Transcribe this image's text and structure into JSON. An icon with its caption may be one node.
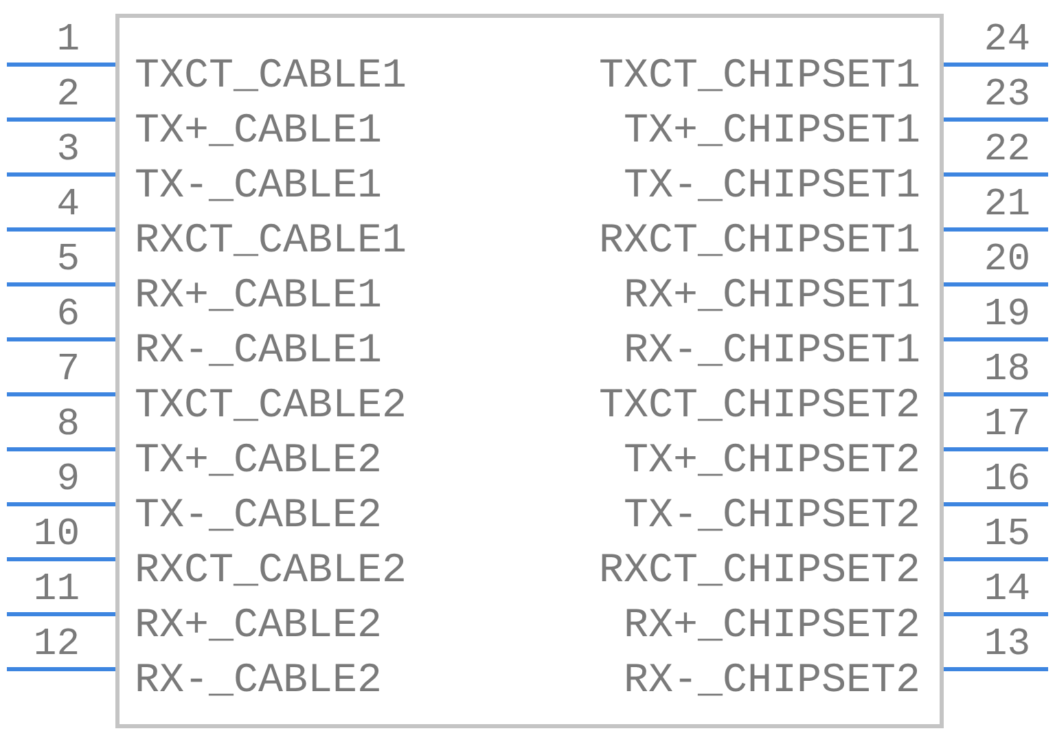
{
  "diagram": {
    "nodes": [
      {
        "text": [
          "TXCT_CABLE1",
          "TXCT_CHIPSET1",
          "TX+_CABLE1",
          "TX+_CHIPSET1",
          "TX-_CABLE1",
          "TX-_CHIPSET1",
          "RXCT_CABLE1",
          "RXCT_CHIPSET1",
          "RX+_CABLE1",
          "RX+_CHIPSET1",
          "RX-_CABLE1",
          "RX-_CHIPSET1",
          "TXCT_CABLE2",
          "TXCT_CHIPSET2",
          "TX+_CABLE2",
          "TX+_CHIPSET2",
          "TX-_CABLE2",
          "TX-_CHIPSET2",
          "RXCT_CABLE2",
          "RXCT_CHIPSET2",
          "RX+_CABLE2",
          "RX+_CHIPSET2",
          "RX-_CABLE2",
          "RX-_CHIPSET2"
        ]
      }
    ],
    "labels": [
      "1",
      "24",
      "2",
      "23",
      "3",
      "22",
      "4",
      "21",
      "5",
      "20",
      "6",
      "19",
      "7",
      "18",
      "8",
      "17",
      "9",
      "16",
      "10",
      "15",
      "11",
      "14",
      "12",
      "13"
    ]
  }
}
